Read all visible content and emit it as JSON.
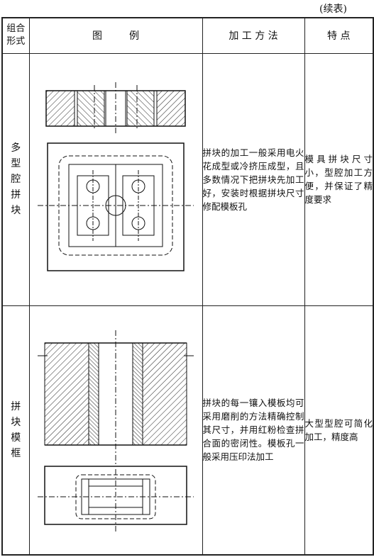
{
  "continued_label": "(续表)",
  "headers": {
    "form": [
      "组合",
      "形式"
    ],
    "figure": "图 例",
    "method": "加 工 方 法",
    "features": "特 点"
  },
  "rows": [
    {
      "form_chars": [
        "多",
        "型",
        "腔",
        "拼",
        "块"
      ],
      "method": "拼块的加工一般采用电火花成型或冷挤压成型，且多数情况下把拼块先加工好，安装时根据拼块尺寸修配模板孔",
      "features": "模具拼块尺寸小，型腔加工方便，并保证了精度要求"
    },
    {
      "form_chars": [
        "拼",
        "块",
        "模",
        "框"
      ],
      "method": "拼块的每一镶入模板均可采用磨削的方法精确控制其尺寸，并用红粉检查拼合面的密闭性。模板孔一般采用压印法加工",
      "features": "大型型腔可简化加工，精度高"
    }
  ]
}
